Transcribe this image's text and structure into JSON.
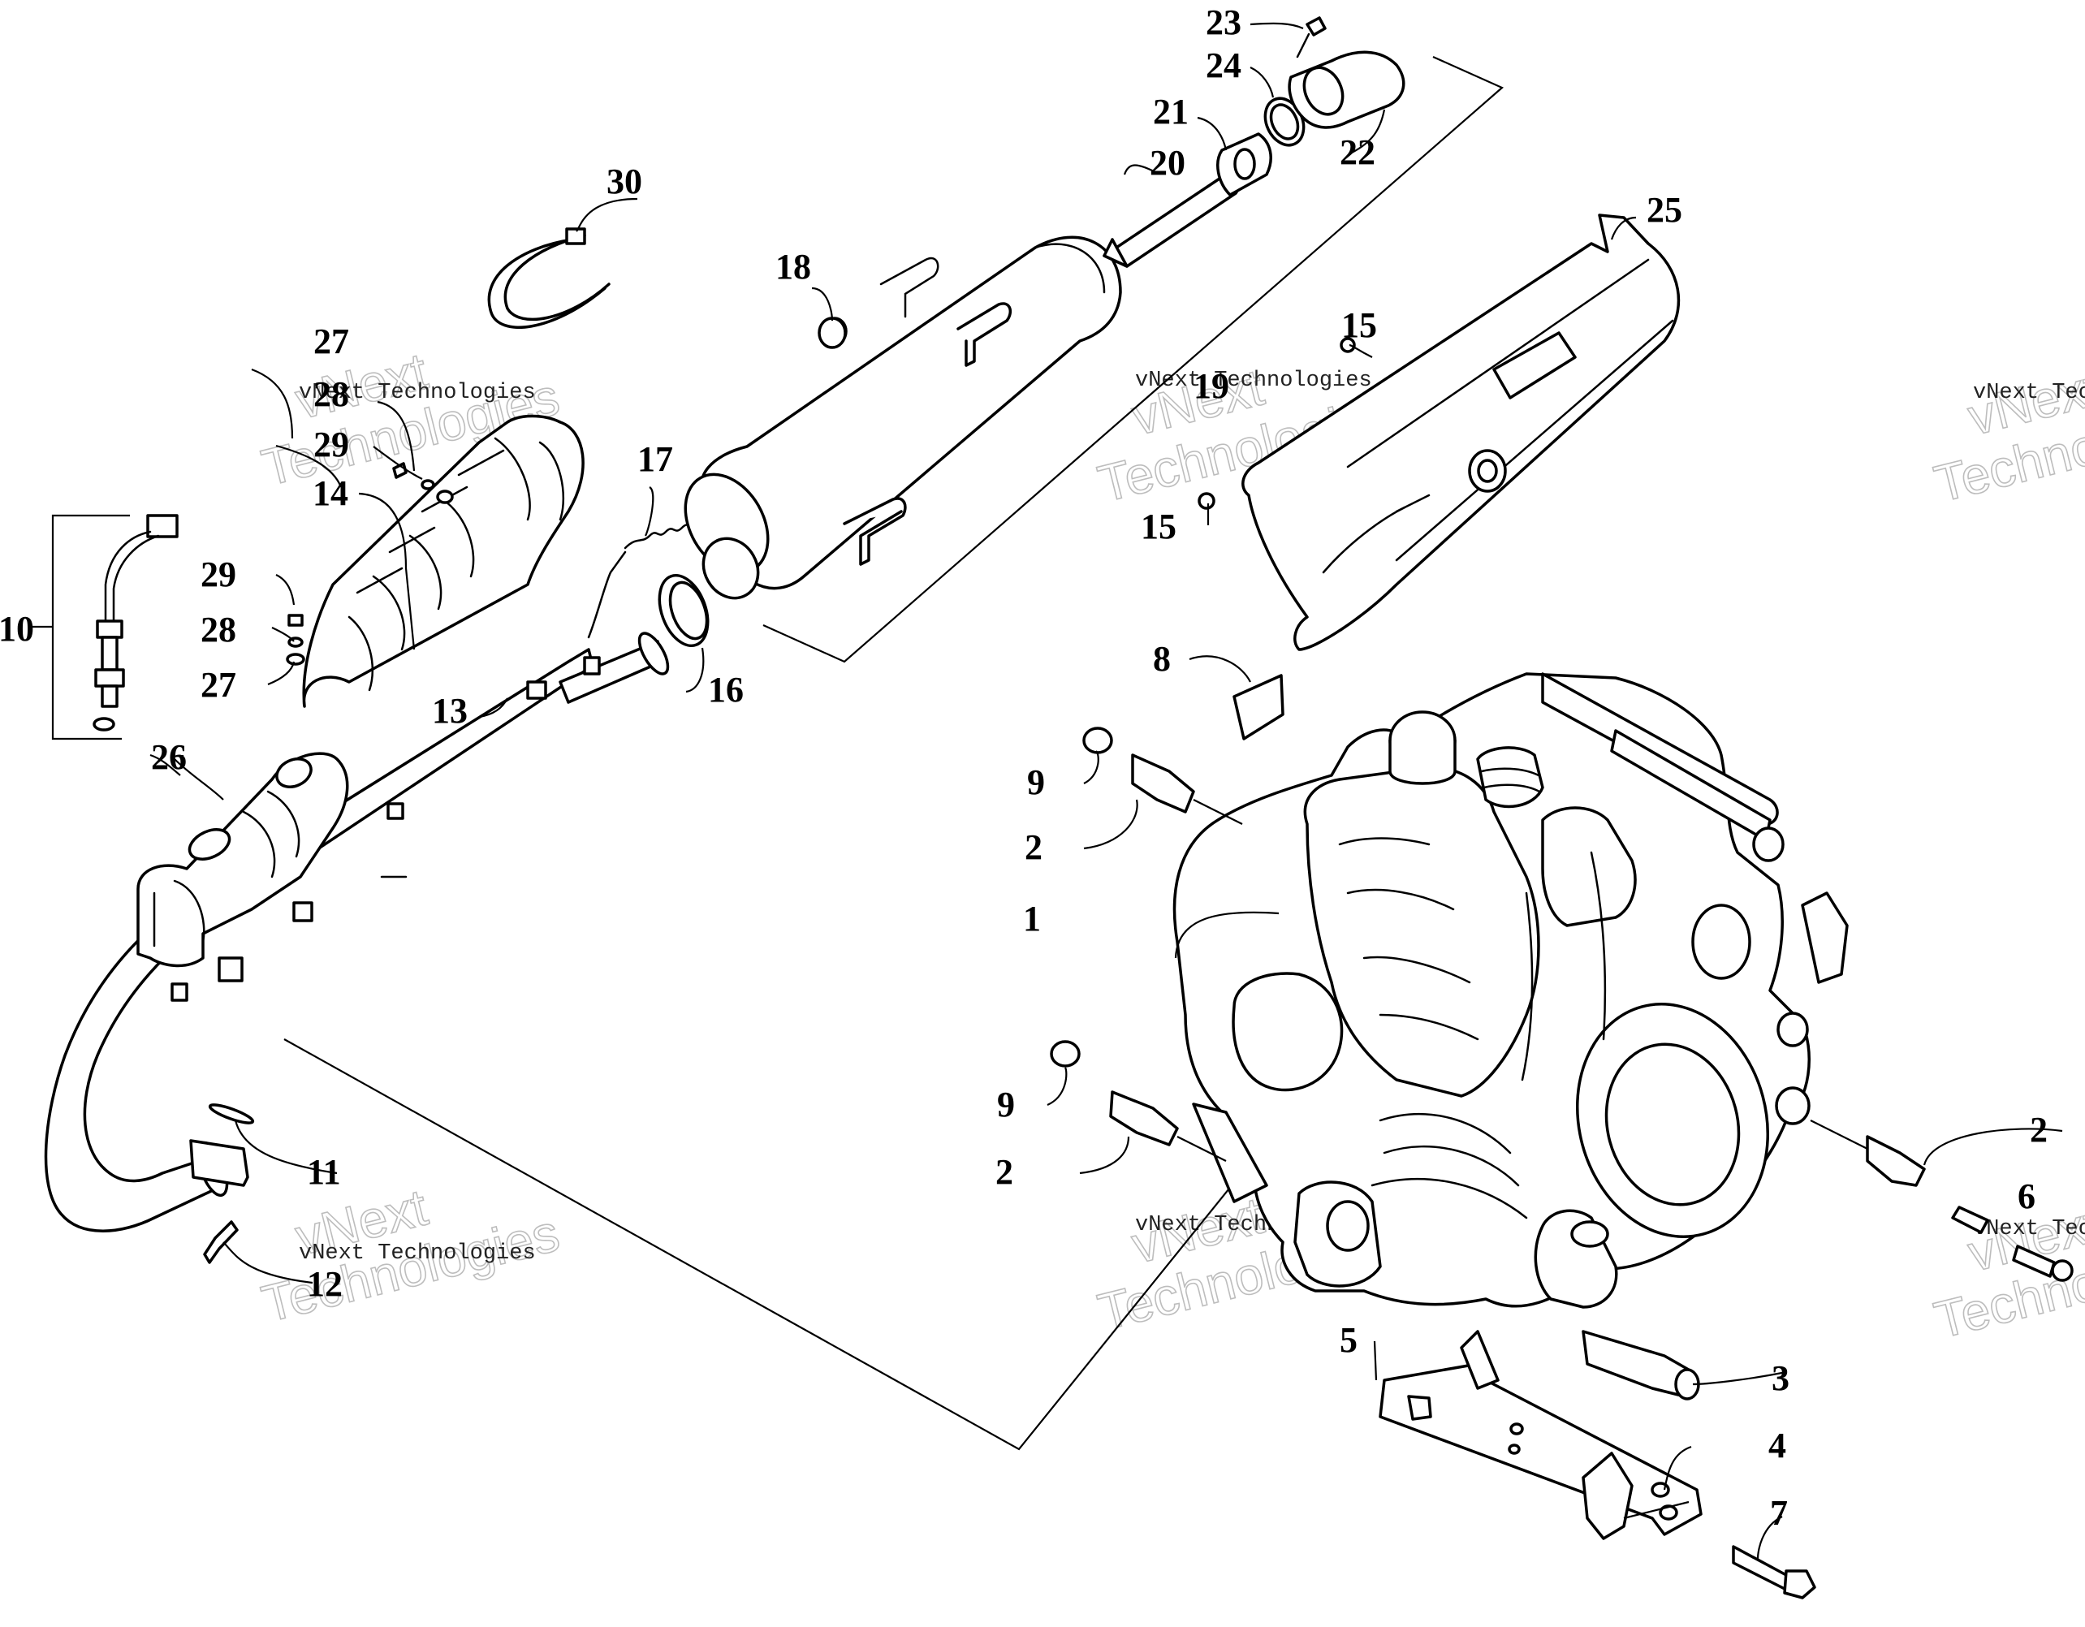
{
  "callouts": {
    "c1": "1",
    "c2a": "2",
    "c2b": "2",
    "c2c": "2",
    "c3": "3",
    "c4": "4",
    "c5": "5",
    "c6": "6",
    "c7": "7",
    "c8": "8",
    "c9a": "9",
    "c9b": "9",
    "c10": "10",
    "c11": "11",
    "c12": "12",
    "c13": "13",
    "c14": "14",
    "c15a": "15",
    "c15b": "15",
    "c16": "16",
    "c17": "17",
    "c18": "18",
    "c19": "19",
    "c20": "20",
    "c21": "21",
    "c22": "22",
    "c23": "23",
    "c24": "24",
    "c25": "25",
    "c26": "26",
    "c27a": "27",
    "c27b": "27",
    "c28a": "28",
    "c28b": "28",
    "c29a": "29",
    "c29b": "29",
    "c30": "30"
  },
  "watermark": {
    "line1": "vNext",
    "line2": "Technologies",
    "small": "vNext Technologies"
  }
}
